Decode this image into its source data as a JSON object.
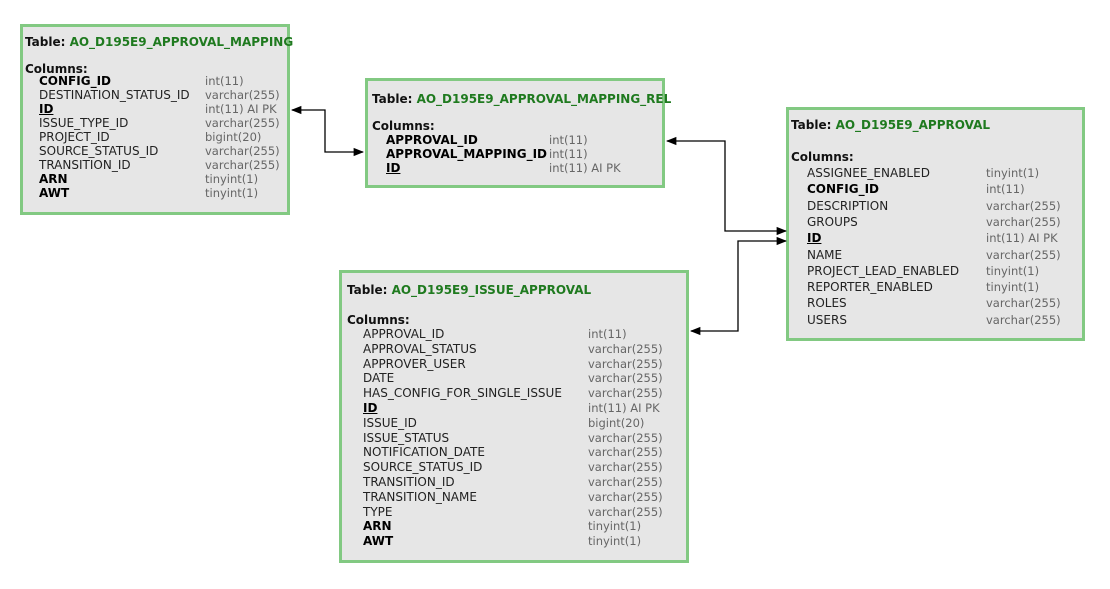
{
  "labels": {
    "table_prefix": "Table: ",
    "columns": "Columns:"
  },
  "tables": [
    {
      "id": "approval_mapping",
      "name": "AO_D195E9_APPROVAL_MAPPING",
      "columns": [
        {
          "name": "CONFIG_ID",
          "type": "int(11)",
          "key": true
        },
        {
          "name": "DESTINATION_STATUS_ID",
          "type": "varchar(255)"
        },
        {
          "name": "ID",
          "type": "int(11) AI PK",
          "key": true,
          "pk": true
        },
        {
          "name": "ISSUE_TYPE_ID",
          "type": "varchar(255)"
        },
        {
          "name": "PROJECT_ID",
          "type": "bigint(20)"
        },
        {
          "name": "SOURCE_STATUS_ID",
          "type": "varchar(255)"
        },
        {
          "name": "TRANSITION_ID",
          "type": "varchar(255)"
        },
        {
          "name": "ARN",
          "type": "tinyint(1)",
          "key": true
        },
        {
          "name": "AWT",
          "type": "tinyint(1)",
          "key": true
        }
      ]
    },
    {
      "id": "approval_mapping_rel",
      "name": "AO_D195E9_APPROVAL_MAPPING_REL",
      "columns": [
        {
          "name": "APPROVAL_ID",
          "type": "int(11)",
          "key": true
        },
        {
          "name": "APPROVAL_MAPPING_ID",
          "type": "int(11)",
          "key": true
        },
        {
          "name": "ID",
          "type": "int(11) AI PK",
          "key": true,
          "pk": true
        }
      ]
    },
    {
      "id": "approval",
      "name": "AO_D195E9_APPROVAL",
      "columns": [
        {
          "name": "ASSIGNEE_ENABLED",
          "type": "tinyint(1)"
        },
        {
          "name": "CONFIG_ID",
          "type": "int(11)",
          "key": true
        },
        {
          "name": "DESCRIPTION",
          "type": "varchar(255)"
        },
        {
          "name": "GROUPS",
          "type": "varchar(255)"
        },
        {
          "name": "ID",
          "type": "int(11) AI PK",
          "key": true,
          "pk": true
        },
        {
          "name": "NAME",
          "type": "varchar(255)"
        },
        {
          "name": "PROJECT_LEAD_ENABLED",
          "type": "tinyint(1)"
        },
        {
          "name": "REPORTER_ENABLED",
          "type": "tinyint(1)"
        },
        {
          "name": "ROLES",
          "type": "varchar(255)"
        },
        {
          "name": "USERS",
          "type": "varchar(255)"
        }
      ]
    },
    {
      "id": "issue_approval",
      "name": "AO_D195E9_ISSUE_APPROVAL",
      "columns": [
        {
          "name": "APPROVAL_ID",
          "type": "int(11)"
        },
        {
          "name": "APPROVAL_STATUS",
          "type": "varchar(255)"
        },
        {
          "name": "APPROVER_USER",
          "type": "varchar(255)"
        },
        {
          "name": "DATE",
          "type": "varchar(255)"
        },
        {
          "name": "HAS_CONFIG_FOR_SINGLE_ISSUE",
          "type": "varchar(255)"
        },
        {
          "name": "ID",
          "type": "int(11) AI PK",
          "key": true,
          "pk": true
        },
        {
          "name": "ISSUE_ID",
          "type": "bigint(20)"
        },
        {
          "name": "ISSUE_STATUS",
          "type": "varchar(255)"
        },
        {
          "name": "NOTIFICATION_DATE",
          "type": "varchar(255)"
        },
        {
          "name": "SOURCE_STATUS_ID",
          "type": "varchar(255)"
        },
        {
          "name": "TRANSITION_ID",
          "type": "varchar(255)"
        },
        {
          "name": "TRANSITION_NAME",
          "type": "varchar(255)"
        },
        {
          "name": "TYPE",
          "type": "varchar(255)"
        },
        {
          "name": "ARN",
          "type": "tinyint(1)",
          "key": true
        },
        {
          "name": "AWT",
          "type": "tinyint(1)",
          "key": true
        }
      ]
    }
  ],
  "relationships": [
    {
      "from": "approval_mapping",
      "to": "approval_mapping_rel"
    },
    {
      "from": "approval",
      "to": "approval_mapping_rel"
    },
    {
      "from": "approval",
      "to": "issue_approval"
    }
  ]
}
